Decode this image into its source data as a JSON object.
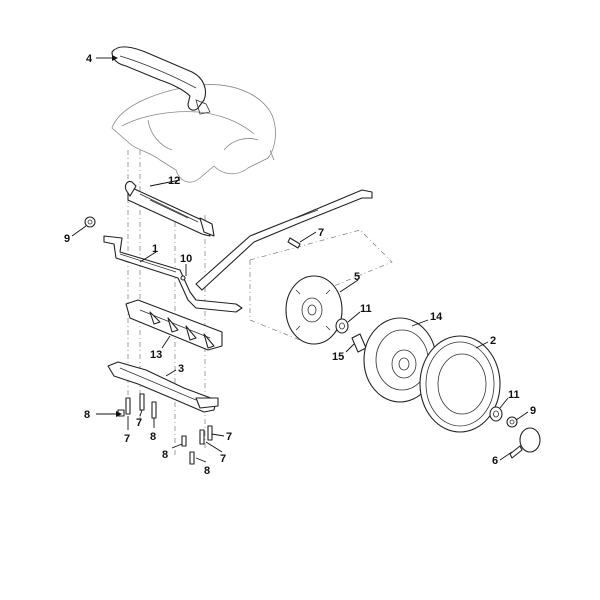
{
  "callouts": {
    "c1": "1",
    "c2": "2",
    "c3": "3",
    "c4": "4",
    "c5": "5",
    "c6": "6",
    "c7a": "7",
    "c7b": "7",
    "c7c": "7",
    "c7d": "7",
    "c7e": "7",
    "c8a": "8",
    "c8b": "8",
    "c8c": "8",
    "c8d": "8",
    "c9a": "9",
    "c9b": "9",
    "c10": "10",
    "c11a": "11",
    "c11b": "11",
    "c12": "12",
    "c13": "13",
    "c14": "14",
    "c15": "15"
  }
}
